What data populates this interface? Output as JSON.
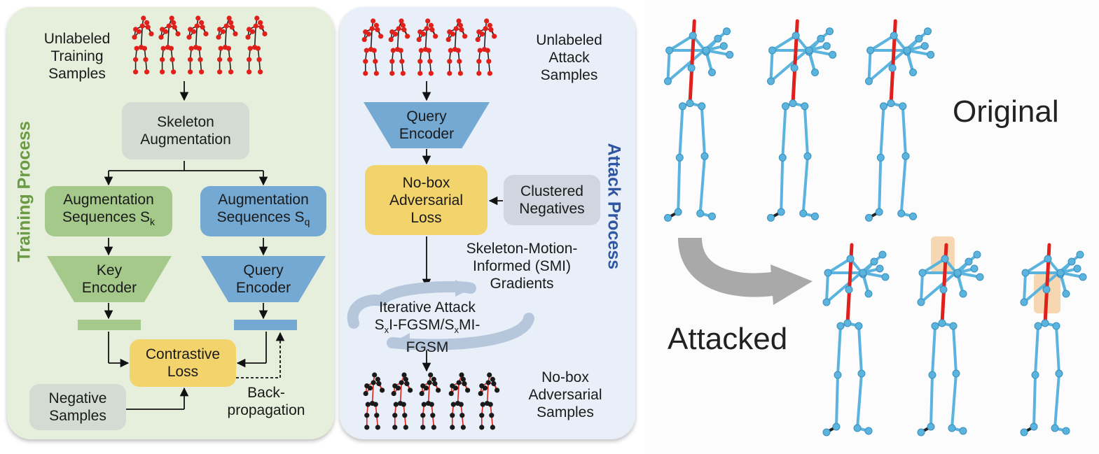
{
  "training": {
    "side_label": "Training Process",
    "unlabeled_training_samples": [
      "Unlabeled",
      "Training",
      "Samples"
    ],
    "skeleton_augmentation": [
      "Skeleton",
      "Augmentation"
    ],
    "aug_k": [
      "Augmentation",
      "Sequences S",
      "k"
    ],
    "aug_q": [
      "Augmentation",
      "Sequences S",
      "q"
    ],
    "key_encoder": [
      "Key",
      "Encoder"
    ],
    "query_encoder": [
      "Query",
      "Encoder"
    ],
    "contrastive_loss": [
      "Contrastive",
      "Loss"
    ],
    "negative_samples": [
      "Negative",
      "Samples"
    ],
    "backpropagation": [
      "Back-",
      "propagation"
    ]
  },
  "attack": {
    "side_label": "Attack Process",
    "unlabeled_attack_samples": [
      "Unlabeled",
      "Attack",
      "Samples"
    ],
    "query_encoder": [
      "Query",
      "Encoder"
    ],
    "no_box_loss": [
      "No-box",
      "Adversarial",
      "Loss"
    ],
    "clustered_negatives": [
      "Clustered",
      "Negatives"
    ],
    "smi_gradients": [
      "Skeleton-Motion-",
      "Informed (SMI)",
      "Gradients"
    ],
    "iterative_attack": [
      "Iterative Attack"
    ],
    "fgsm": {
      "s1": "S",
      "x1": "x",
      "t1": "I-FGSM/S",
      "x2": "x",
      "t2": "MI-FGSM"
    },
    "no_box_samples": [
      "No-box",
      "Adversarial",
      "Samples"
    ]
  },
  "figure": {
    "original_label": "Original",
    "attacked_label": "Attacked"
  },
  "colors": {
    "train_panel": "#e6efdc",
    "attack_panel": "#e8eff8",
    "green_box": "#a4c98a",
    "blue_box": "#74a9d3",
    "yellow_box": "#f3d36b",
    "skeleton_bone": "#5ab4dd",
    "spine": "#e0201a",
    "joint_red": "#e0201a",
    "joint_black": "#1a1a1a",
    "highlight": "#f5c999",
    "train_title": "#6a9a42",
    "attack_title": "#2f56a3"
  }
}
